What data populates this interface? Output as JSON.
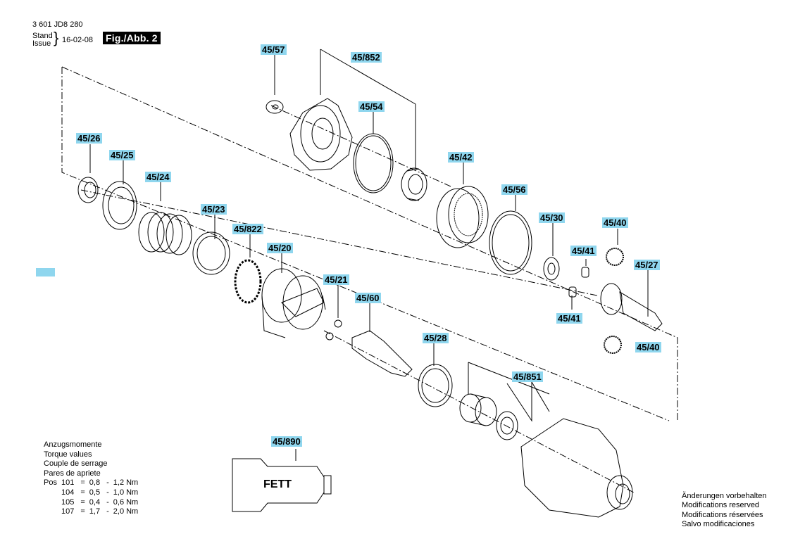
{
  "header": {
    "part_no": "3 601 JD8 280",
    "stand_label": "Stand",
    "issue_label": "Issue",
    "date": "16-02-08",
    "figure": "Fig./Abb. 2"
  },
  "parts": [
    {
      "id": "45/57"
    },
    {
      "id": "45/852"
    },
    {
      "id": "45/54"
    },
    {
      "id": "45/26"
    },
    {
      "id": "45/25"
    },
    {
      "id": "45/24"
    },
    {
      "id": "45/42"
    },
    {
      "id": "45/56"
    },
    {
      "id": "45/23"
    },
    {
      "id": "45/822"
    },
    {
      "id": "45/30"
    },
    {
      "id": "45/40"
    },
    {
      "id": "45/20"
    },
    {
      "id": "45/41"
    },
    {
      "id": "45/27"
    },
    {
      "id": "45/21"
    },
    {
      "id": "45/60"
    },
    {
      "id": "45/41"
    },
    {
      "id": "45/40"
    },
    {
      "id": "45/28"
    },
    {
      "id": "45/851"
    },
    {
      "id": "45/890"
    }
  ],
  "grease_label": "FETT",
  "torque": {
    "title_lines": [
      "Anzugsmomente",
      "Torque values",
      "Couple de serrage",
      "Pares de apriete"
    ],
    "pos_label": "Pos",
    "rows": [
      {
        "pos": "101",
        "eq": "=",
        "min": "0,8",
        "dash": "-",
        "max": "1,2 Nm"
      },
      {
        "pos": "104",
        "eq": "=",
        "min": "0,5",
        "dash": "-",
        "max": "1,0 Nm"
      },
      {
        "pos": "105",
        "eq": "=",
        "min": "0,4",
        "dash": "-",
        "max": "0,6 Nm"
      },
      {
        "pos": "107",
        "eq": "=",
        "min": "1,7",
        "dash": "-",
        "max": "2,0 Nm"
      }
    ]
  },
  "notes": [
    "Änderungen vorbehalten",
    "Modifications reserved",
    "Modifications réservées",
    "Salvo modificaciones"
  ],
  "colors": {
    "label_bg": "#8fd6ee",
    "line": "#000000"
  }
}
